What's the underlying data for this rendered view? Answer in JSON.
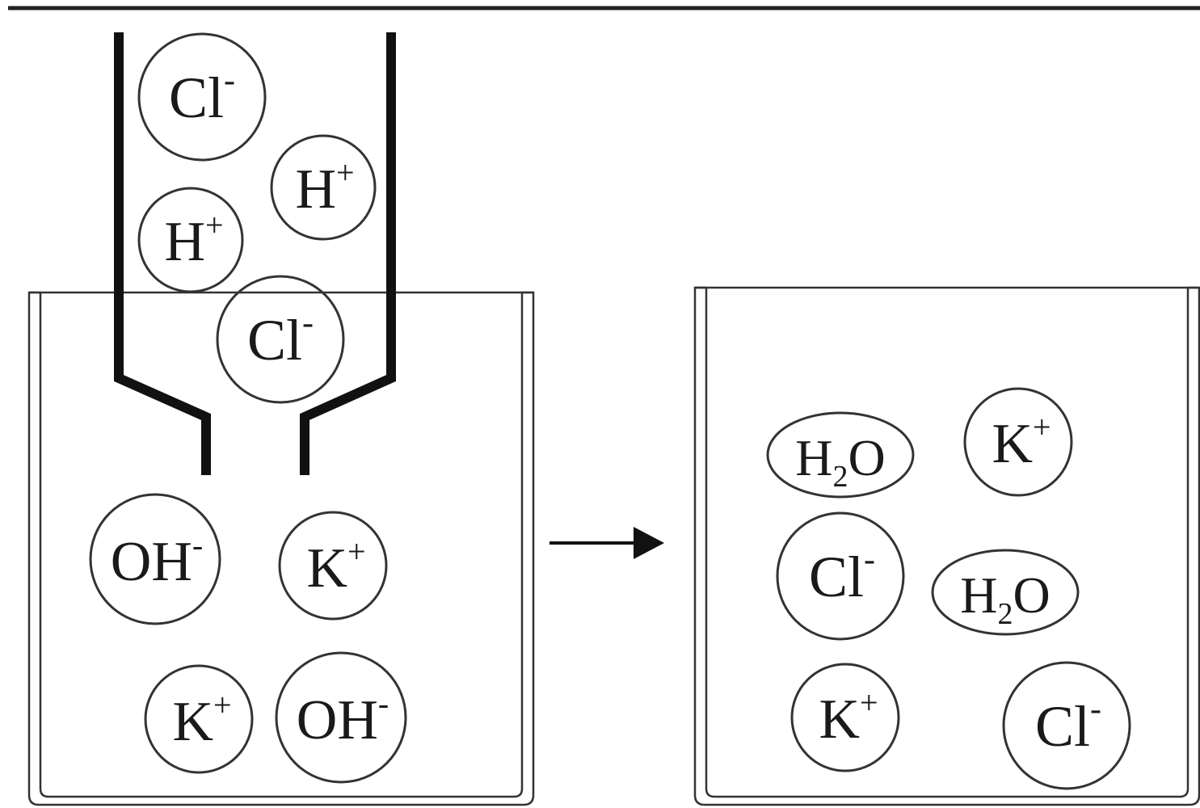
{
  "left_beaker": {
    "dropper_ions": [
      {
        "base": "Cl",
        "sup": "-"
      },
      {
        "base": "H",
        "sup": "+"
      },
      {
        "base": "H",
        "sup": "+"
      },
      {
        "base": "Cl",
        "sup": "-"
      }
    ],
    "beaker_ions": [
      {
        "base": "OH",
        "sup": "-"
      },
      {
        "base": "K",
        "sup": "+"
      },
      {
        "base": "K",
        "sup": "+"
      },
      {
        "base": "OH",
        "sup": "-"
      }
    ]
  },
  "right_beaker": {
    "ions": [
      {
        "pre": "H",
        "sub": "2",
        "post": "O"
      },
      {
        "base": "K",
        "sup": "+"
      },
      {
        "base": "Cl",
        "sup": "-"
      },
      {
        "pre": "H",
        "sub": "2",
        "post": "O"
      },
      {
        "base": "K",
        "sup": "+"
      },
      {
        "base": "Cl",
        "sup": "-"
      }
    ]
  }
}
